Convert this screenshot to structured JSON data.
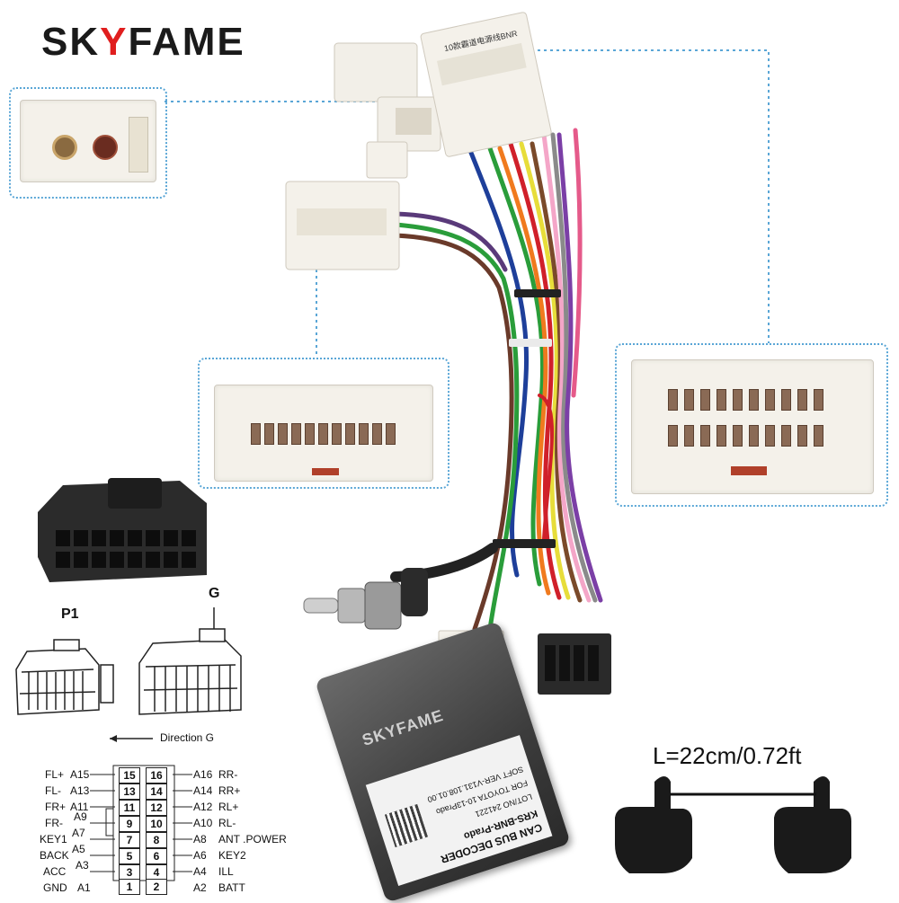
{
  "brand": {
    "prefix": "SK",
    "accent": "Y",
    "suffix": "FAME"
  },
  "connector_labels": {
    "p1": "P1",
    "g": "G",
    "direction": "Direction G"
  },
  "length_label": "L=22cm/0.72ft",
  "sticker_text": {
    "line1": "10款霸道电源线BNR"
  },
  "decoder": {
    "title": "CAN BUS DECODER",
    "model": "KRS-BNR-Prado",
    "lot": "LOT/NO 241221",
    "for": "FOR  TOYOTA 10-13Prado",
    "soft": "SOFT VER-V131.108.01.00",
    "watermark": "SKYFAME"
  },
  "pinout": [
    {
      "left_name": "FL+",
      "left_code": "A15",
      "l": "15",
      "r": "16",
      "right_code": "A16",
      "right_name": "RR-"
    },
    {
      "left_name": "FL-",
      "left_code": "A13",
      "l": "13",
      "r": "14",
      "right_code": "A14",
      "right_name": "RR+"
    },
    {
      "left_name": "FR+",
      "left_code": "A11",
      "l": "11",
      "r": "12",
      "right_code": "A12",
      "right_name": "RL+"
    },
    {
      "left_name": "FR-",
      "left_code": "A9",
      "l": "9",
      "r": "10",
      "right_code": "A10",
      "right_name": "RL-"
    },
    {
      "left_name": "KEY1",
      "left_code": "A7",
      "l": "7",
      "r": "8",
      "right_code": "A8",
      "right_name": "ANT .POWER"
    },
    {
      "left_name": "BACK",
      "left_code": "A5",
      "l": "5",
      "r": "6",
      "right_code": "A6",
      "right_name": "KEY2"
    },
    {
      "left_name": "ACC",
      "left_code": "A3",
      "l": "3",
      "r": "4",
      "right_code": "A4",
      "right_name": "ILL"
    },
    {
      "left_name": "GND",
      "left_code": "A1",
      "l": "1",
      "r": "2",
      "right_code": "A2",
      "right_name": "BATT"
    }
  ]
}
